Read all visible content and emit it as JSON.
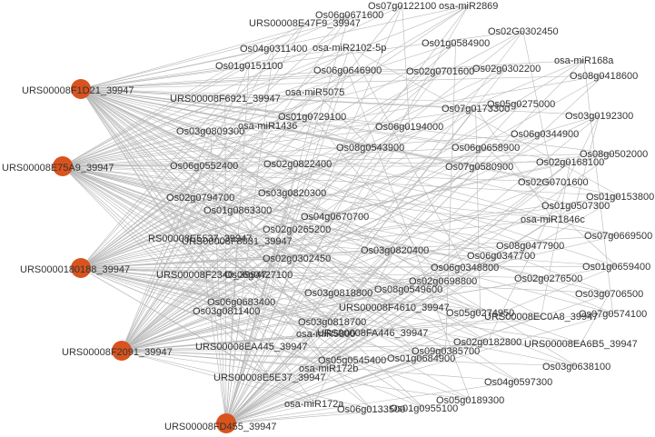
{
  "colors": {
    "hub": "#d9531e",
    "edge": "#b8b8b8",
    "label": "#333333",
    "background": "#ffffff"
  },
  "hubs": [
    "URS00008F1D21_39947",
    "URS00008E75A9_39947",
    "URS0000180188_39947",
    "URS00008F2091_39947",
    "URS00008FD455_39947"
  ],
  "nodes": [
    "Os06g0671600",
    "Os07g0122100",
    "osa-miR2869",
    "URS00008E47F9_39947",
    "Os02G0302450",
    "Os04g0311400",
    "osa-miR2102-5p",
    "Os01g0584900",
    "osa-miR168a",
    "Os01g0151100",
    "Os06g0646900",
    "Os02g0701600",
    "Os02g0302200",
    "Os08g0418600",
    "URS00008F6921_39947",
    "osa-miR5075",
    "Os07g0173300",
    "Os05g0275000",
    "Os01g0729100",
    "osa-miR1436",
    "Os03g0192300",
    "Os03g0809300",
    "Os06g0194000",
    "Os06g0344900",
    "Os08g0543900",
    "Os06g0658900",
    "Os08g0502000",
    "Os06g0552400",
    "Os02g0822400",
    "Os07g0580900",
    "Os02g0168100",
    "Os02g0794700",
    "Os03g0820300",
    "Os02G0701600",
    "Os01g0153800",
    "Os01g0863300",
    "Os01g0507300",
    "Os04g0670700",
    "osa-miR1846c",
    "Os02g0265200",
    "RS00008E5537_39947",
    "URS00008F8031_39947",
    "Os08g0477900",
    "Os07g0669500",
    "Os03g0820400",
    "Os06g0347700",
    "Os02g0302450",
    "Os06g0348800",
    "Os01g0659400",
    "URS00008F2340_39947",
    "Os06g0427100",
    "Os02g0276500",
    "Os02g0698800",
    "Os08g0549600",
    "Os03g0706500",
    "Os03g0818800",
    "Os06g0683400",
    "URS00008F4610_39947",
    "Os05g0274950",
    "Os03g0811400",
    "URS00008EC0A8_39947",
    "Os07g0574100",
    "Os03g0818700",
    "osa-miR5800",
    "URS00008FA446_39947",
    "URS00008EA445_39947",
    "Os02g0182800",
    "URS00008EA6B5_39947",
    "Os09g0385700",
    "Os05g0545400",
    "Os01g0684900",
    "Os03g0638100",
    "osa-miR172b",
    "Os04g0597300",
    "URS00008E5E37_39947",
    "Os05g0189300",
    "osa-miR172a",
    "Os06g0133500",
    "Os01g0955100"
  ]
}
